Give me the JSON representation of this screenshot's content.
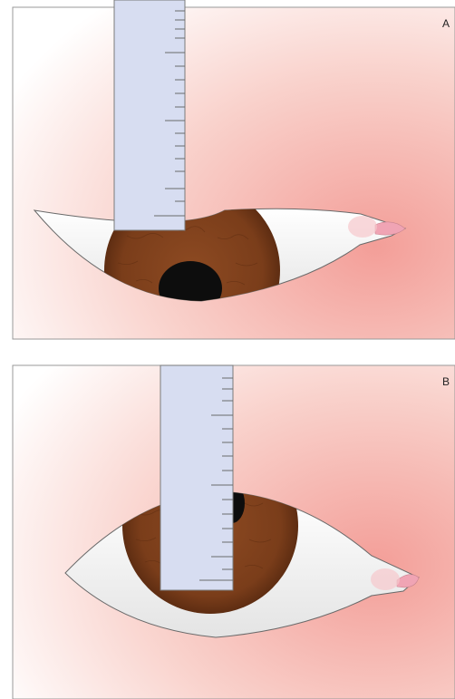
{
  "panels": [
    {
      "id": "A",
      "label": "A",
      "state": "drooping upper lid covering upper iris and pupil"
    },
    {
      "id": "B",
      "label": "B",
      "state": "raised upper lid exposing iris"
    }
  ],
  "colors": {
    "background_pink": "#f4a8a3",
    "background_white": "#ffffff",
    "sclera": "#f2f2f2",
    "iris": "#7a3f1e",
    "pupil": "#111111",
    "caruncle": "#f0a0b0",
    "ruler_fill": "#d5dcf0",
    "ruler_stroke": "#777777",
    "outline": "#555555"
  },
  "icons": {
    "ruler": "ruler-icon",
    "eye": "eye-icon"
  }
}
